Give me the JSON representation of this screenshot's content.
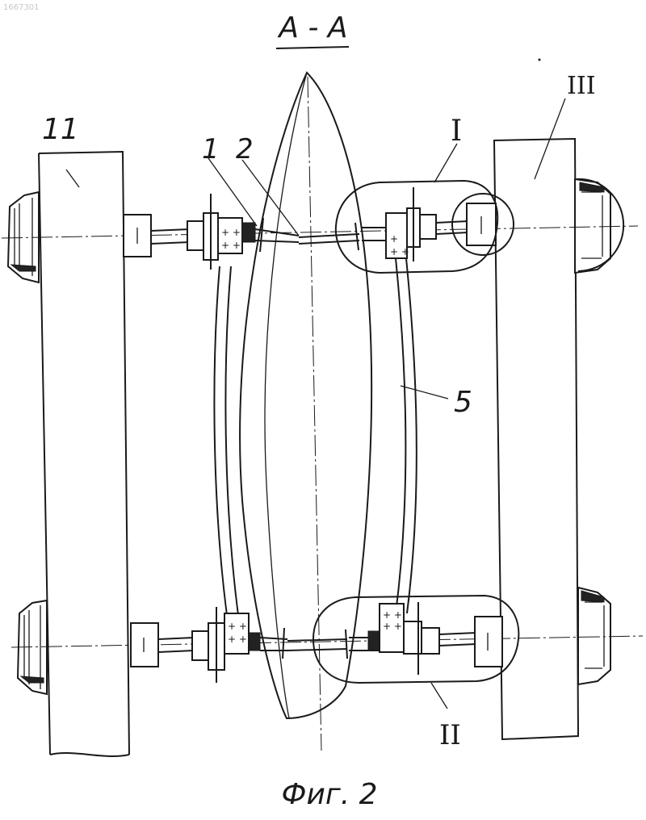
{
  "section_title": "А - А",
  "figure_caption": "Фиг. 2",
  "watermark": "1667301",
  "labels": {
    "frame": "11",
    "part_1": "1",
    "part_2": "2",
    "blade": "5",
    "detail_I": "I",
    "detail_II": "II",
    "detail_III": "III"
  }
}
